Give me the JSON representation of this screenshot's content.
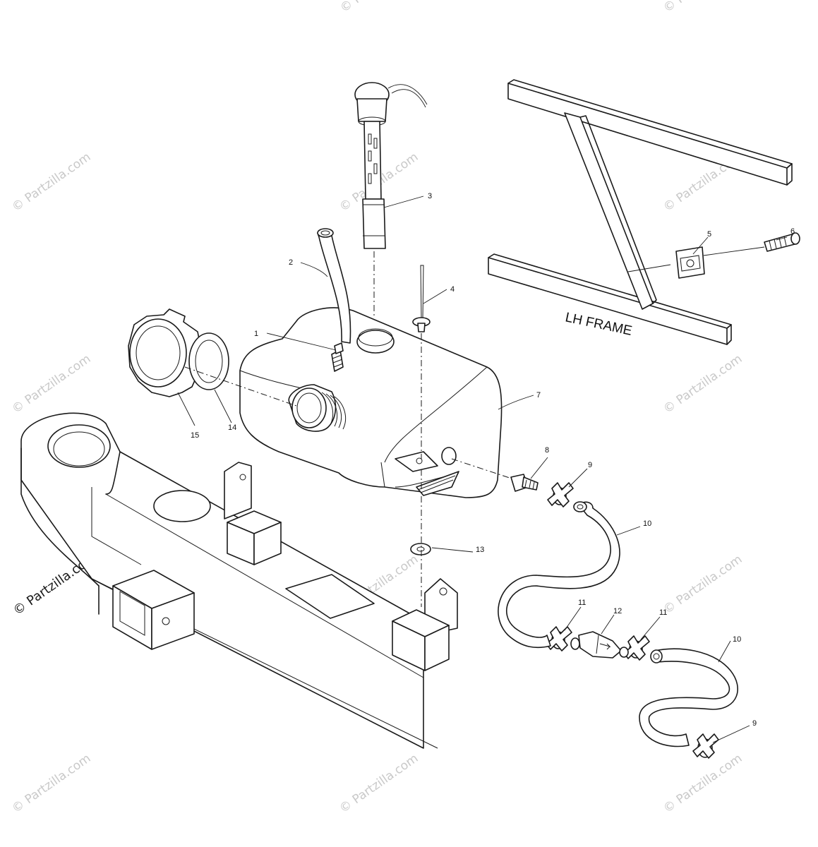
{
  "watermark": "© Partzilla.com",
  "frame_label": "LH FRAME",
  "callouts": [
    {
      "id": "1",
      "text": "1"
    },
    {
      "id": "2",
      "text": "2"
    },
    {
      "id": "3",
      "text": "3"
    },
    {
      "id": "4",
      "text": "4"
    },
    {
      "id": "5",
      "text": "5"
    },
    {
      "id": "6",
      "text": "6"
    },
    {
      "id": "7",
      "text": "7"
    },
    {
      "id": "8",
      "text": "8"
    },
    {
      "id": "9a",
      "text": "9"
    },
    {
      "id": "9b",
      "text": "9"
    },
    {
      "id": "10a",
      "text": "10"
    },
    {
      "id": "10b",
      "text": "10"
    },
    {
      "id": "11a",
      "text": "11"
    },
    {
      "id": "11b",
      "text": "11"
    },
    {
      "id": "12",
      "text": "12"
    },
    {
      "id": "13",
      "text": "13"
    },
    {
      "id": "14",
      "text": "14"
    },
    {
      "id": "15",
      "text": "15"
    }
  ]
}
